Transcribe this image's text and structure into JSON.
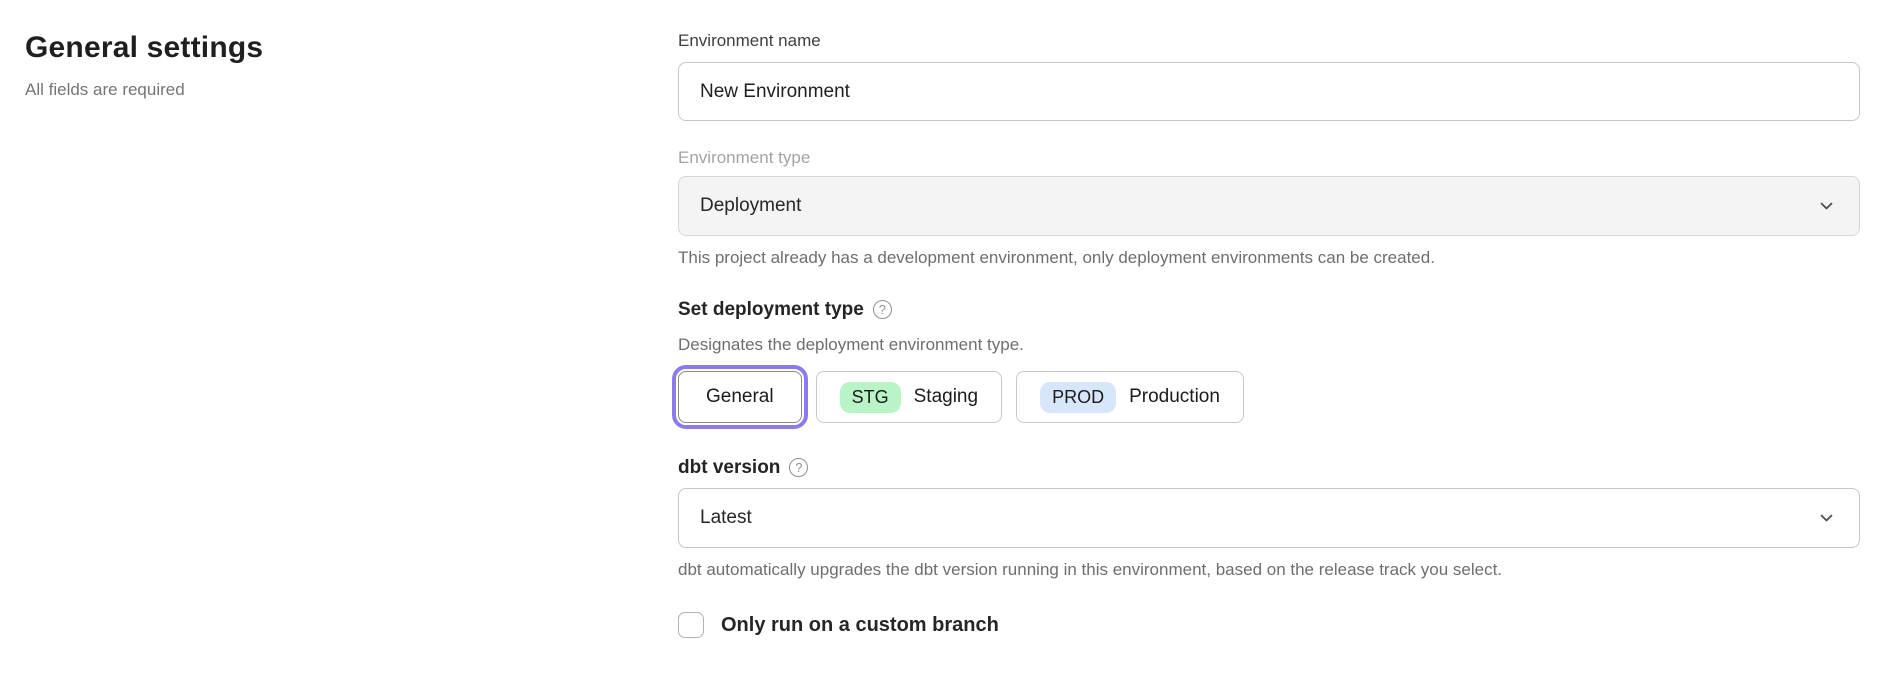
{
  "page": {
    "title": "General settings",
    "subtitle": "All fields are required"
  },
  "form": {
    "environment_name": {
      "label": "Environment name",
      "value": "New Environment"
    },
    "environment_type": {
      "label": "Environment type",
      "value": "Deployment",
      "disabled": true,
      "help": "This project already has a development environment, only deployment environments can be created."
    },
    "deployment_type": {
      "heading": "Set deployment type",
      "description": "Designates the deployment environment type.",
      "options": [
        {
          "label": "General",
          "selected": true
        },
        {
          "badge": "STG",
          "label": "Staging",
          "selected": false
        },
        {
          "badge": "PROD",
          "label": "Production",
          "selected": false
        }
      ]
    },
    "dbt_version": {
      "heading": "dbt version",
      "value": "Latest",
      "help": "dbt automatically upgrades the dbt version running in this environment, based on the release track you select."
    },
    "custom_branch": {
      "label": "Only run on a custom branch",
      "checked": false
    }
  },
  "icons": {
    "question_glyph": "?",
    "chevron_down": "chevron-down"
  },
  "colors": {
    "selected_focus_ring": "#8b7cea",
    "staging_badge_bg": "#b9f4c6",
    "production_badge_bg": "#d8e6fb",
    "disabled_field_bg": "#f4f4f4"
  }
}
